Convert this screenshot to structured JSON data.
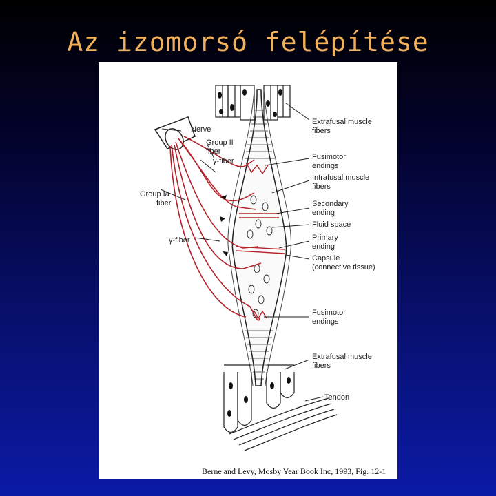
{
  "slide": {
    "title": "Az izomorsó felépítése",
    "title_color": "#f2b15a"
  },
  "figure": {
    "credit": "Berne and Levy, Mosby Year Book Inc, 1993, Fig. 12-1",
    "nerve_color": "#b3222a",
    "left_labels": {
      "nerve": "Nerve",
      "group2_line1": "Group II",
      "group2_line2": "fiber",
      "gamma_upper": "γ-fiber",
      "group1a_line1": "Group Ia",
      "group1a_line2": "fiber",
      "gamma_lower": "γ-fiber"
    },
    "right_labels": {
      "extrafusal_top_line1": "Extrafusal muscle",
      "extrafusal_top_line2": "fibers",
      "fusimotor_top_line1": "Fusimotor",
      "fusimotor_top_line2": "endings",
      "intrafusal_line1": "Intrafusal muscle",
      "intrafusal_line2": "fibers",
      "secondary_line1": "Secondary",
      "secondary_line2": "ending",
      "fluid": "Fluid space",
      "primary_line1": "Primary",
      "primary_line2": "ending",
      "capsule_line1": "Capsule",
      "capsule_line2": "(connective tissue)",
      "fusimotor_bottom_line1": "Fusimotor",
      "fusimotor_bottom_line2": "endings",
      "extrafusal_bottom_line1": "Extrafusal muscle",
      "extrafusal_bottom_line2": "fibers",
      "tendon": "Tendon"
    }
  }
}
